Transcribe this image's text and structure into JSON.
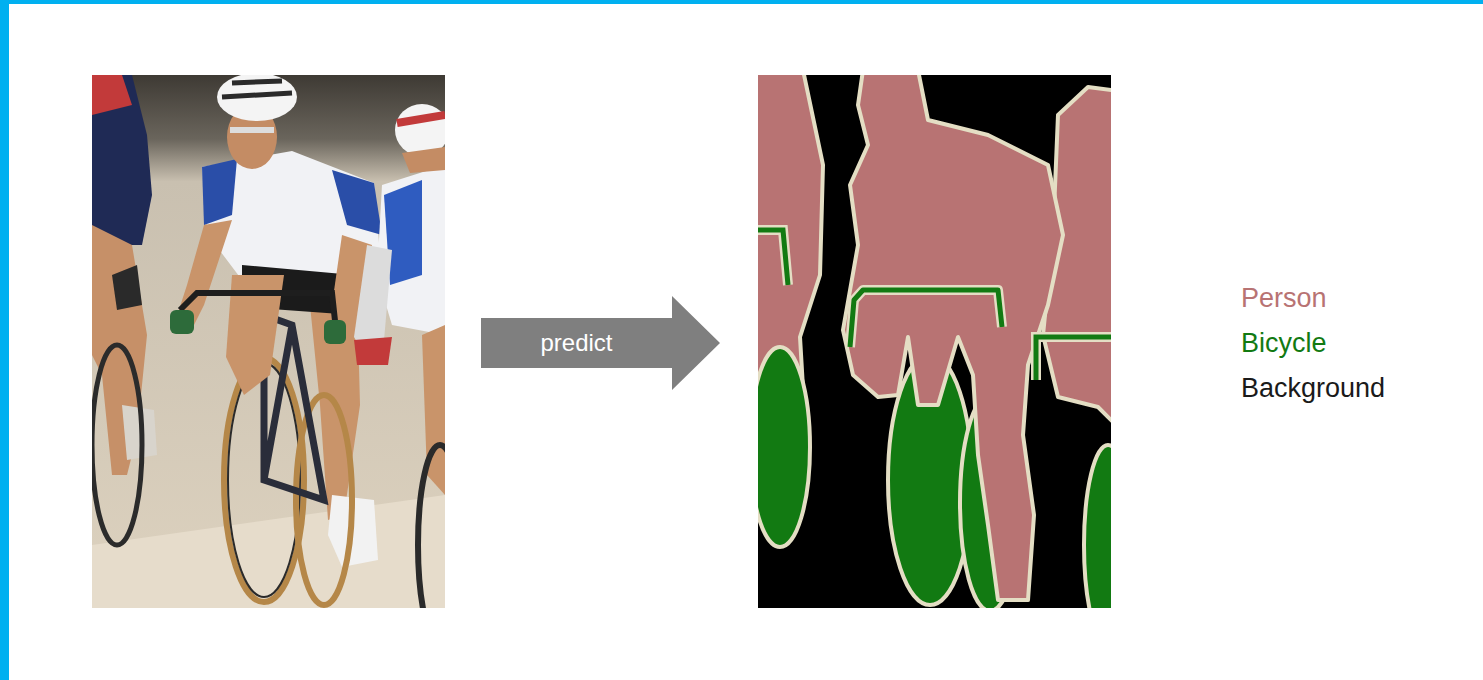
{
  "diagram": {
    "nodes": [
      {
        "text": [
          "predict"
        ]
      }
    ],
    "legend": [
      {
        "text": "Person",
        "color": "#b87373"
      },
      {
        "text": "Bicycle",
        "color": "#127a12"
      },
      {
        "text": "Background",
        "color": "#1a1a1a"
      }
    ]
  }
}
